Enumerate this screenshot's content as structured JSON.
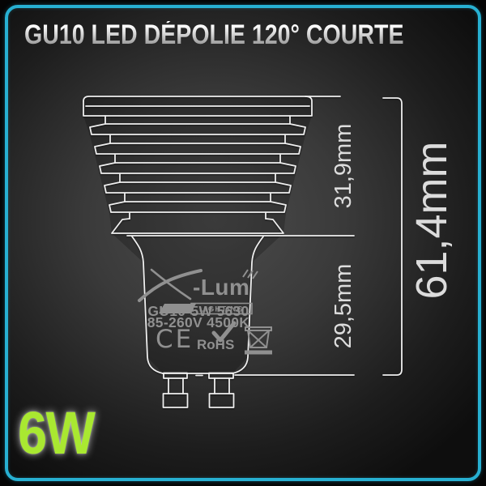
{
  "header": {
    "title": "GU10 LED DÉPOLIE 120° COURTE"
  },
  "bulb_label": {
    "brand_mark": "X",
    "brand_text": "-Lum",
    "lighting_banner": "LIGHTING",
    "model": "GU10-5W 5630",
    "electrical": "85-260V 4500K",
    "ce_mark": "CE",
    "rohs": "RoHS"
  },
  "dimensions": {
    "fins_height": "31,9mm",
    "body_height": "29,5mm",
    "total_height": "61,4mm"
  },
  "power_badge": "6W",
  "colors": {
    "frame": "#27b0d2",
    "power_text": "#a9e831",
    "line": "#efefef",
    "label_gray": "#909090",
    "dim_text": "#dcdcdc"
  }
}
